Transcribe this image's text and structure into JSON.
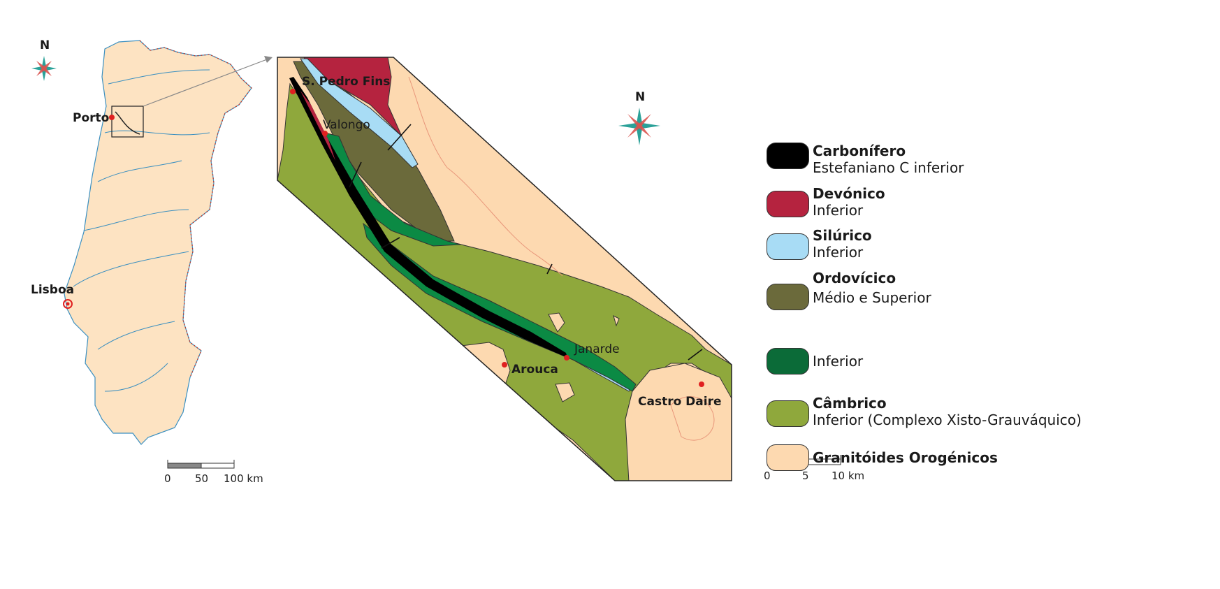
{
  "overview_map": {
    "north_label": "N",
    "cities": [
      {
        "name": "Porto"
      },
      {
        "name": "Lisboa"
      }
    ],
    "scale": {
      "labels": [
        "0",
        "50",
        "100 km"
      ]
    }
  },
  "detail_map": {
    "north_label": "N",
    "places": [
      {
        "name": "S. Pedro Fins"
      },
      {
        "name": "Valongo"
      },
      {
        "name": "Janarde"
      },
      {
        "name": "Arouca"
      },
      {
        "name": "Castro Daire"
      }
    ],
    "scale": {
      "labels": [
        "0",
        "5",
        "10 km"
      ]
    }
  },
  "legend": [
    {
      "title": "Carbonífero",
      "sub": "Estefaniano C inferior",
      "color": "#000000"
    },
    {
      "title": "Devónico",
      "sub": "Inferior",
      "color": "#b5233f"
    },
    {
      "title": "Silúrico",
      "sub": "Inferior",
      "color": "#a8dcf5"
    },
    {
      "title": "Ordovícico",
      "sub": "Médio e Superior",
      "color": "#6b6a3b"
    },
    {
      "title": "",
      "sub": "Inferior",
      "color": "#0b6b38"
    },
    {
      "title": "Câmbrico",
      "sub": "Inferior (Complexo Xisto-Grauváquico)",
      "color": "#8fa83c"
    },
    {
      "title": "Granitóides Orogénicos",
      "sub": "",
      "color": "#fdd9b0"
    }
  ]
}
